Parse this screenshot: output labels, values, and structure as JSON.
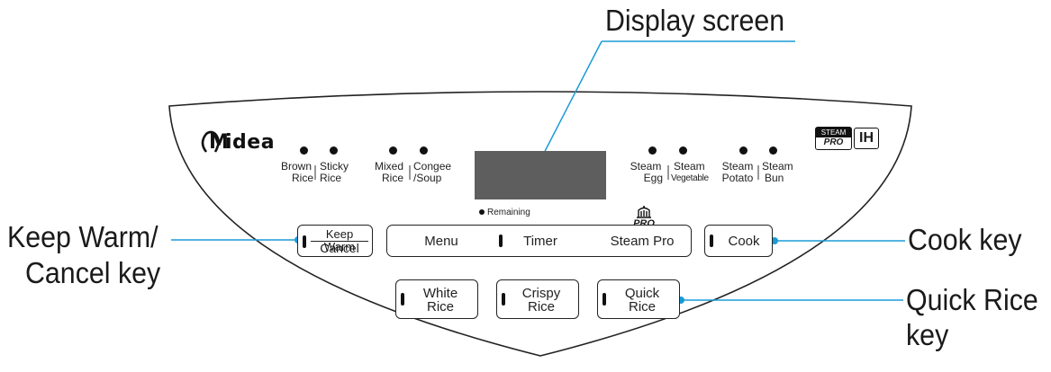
{
  "callouts": {
    "display_screen": "Display screen",
    "keep_warm_line1": "Keep Warm/",
    "keep_warm_line2": "Cancel key",
    "cook_key": "Cook key",
    "quick_rice_line1": "Quick Rice",
    "quick_rice_line2": "key"
  },
  "brand": {
    "logo_text": "idea",
    "logo_initial": "M"
  },
  "badges": {
    "steam_top": "STEAM",
    "steam_bottom": "PRO",
    "ih": "IH"
  },
  "programs_left": [
    {
      "line1": "Brown",
      "line2": "Rice"
    },
    {
      "line1": "Sticky",
      "line2": "Rice"
    },
    {
      "line1": "Mixed",
      "line2": "Rice"
    },
    {
      "line1": "Congee",
      "line2": "/Soup"
    }
  ],
  "programs_right": [
    {
      "line1": "Steam",
      "line2": "Egg"
    },
    {
      "line1": "Steam",
      "line2": "Vegetable"
    },
    {
      "line1": "Steam",
      "line2": "Potato"
    },
    {
      "line1": "Steam",
      "line2": "Bun"
    }
  ],
  "display": {
    "remaining_label": "Remaining",
    "color": "#5e5e5e"
  },
  "keys": {
    "keep_warm_line1": "Keep Warm",
    "keep_warm_line2": "Cancel",
    "menu": "Menu",
    "timer": "Timer",
    "steam_pro": "Steam Pro",
    "steam_pro_badge": "PRO",
    "cook": "Cook",
    "white_rice_1": "White",
    "white_rice_2": "Rice",
    "crispy_rice_1": "Crispy",
    "crispy_rice_2": "Rice",
    "quick_rice_1": "Quick",
    "quick_rice_2": "Rice"
  },
  "colors": {
    "leader_line": "#1a9bd7",
    "panel_outline": "#222222",
    "accent_dot": "#1a9bd7"
  }
}
